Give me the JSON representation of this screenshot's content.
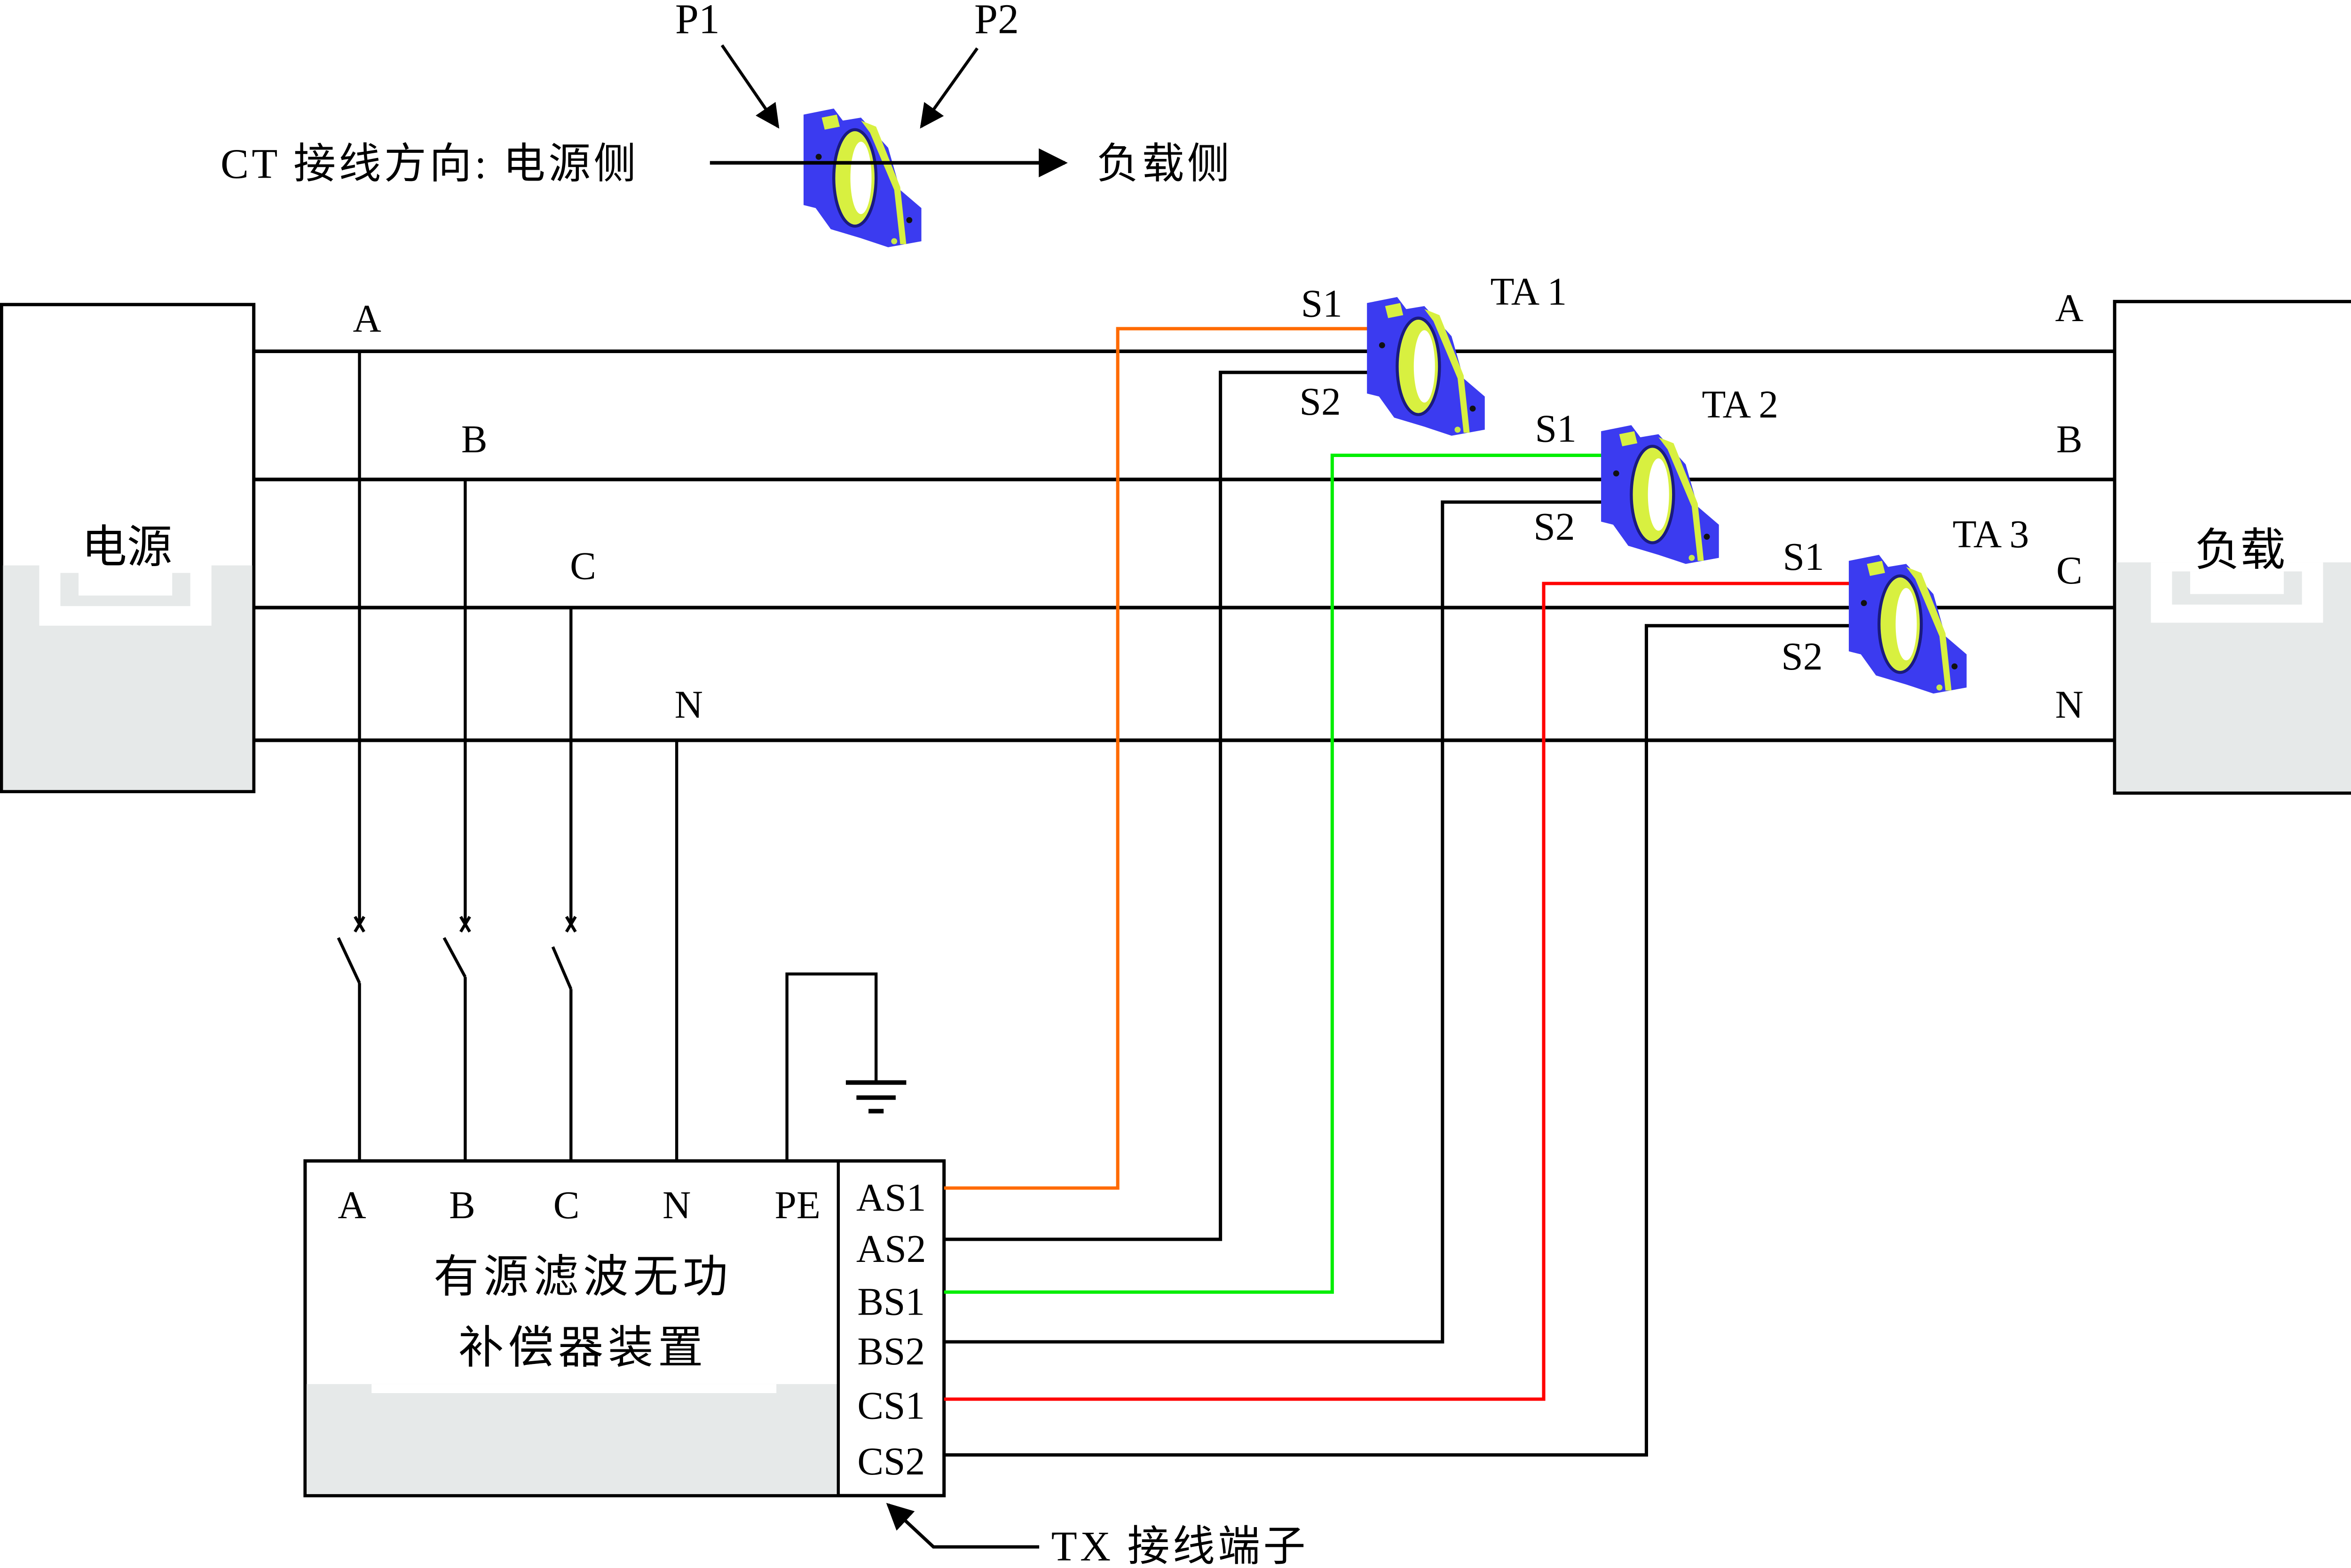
{
  "legend": {
    "p1_label": "P1",
    "p2_label": "P2",
    "direction_prefix": "CT 接线方向: 电源侧",
    "direction_suffix": "负载侧"
  },
  "source": {
    "label": "电源"
  },
  "load": {
    "label": "负载"
  },
  "bus_lines": {
    "left_labels": [
      "A",
      "B",
      "C",
      "N"
    ],
    "right_labels": [
      "A",
      "B",
      "C",
      "N"
    ]
  },
  "current_transformers": [
    {
      "name": "TA 1",
      "s1": "S1",
      "s2": "S2",
      "phase": "A"
    },
    {
      "name": "TA 2",
      "s1": "S1",
      "s2": "S2",
      "phase": "B"
    },
    {
      "name": "TA 3",
      "s1": "S1",
      "s2": "S2",
      "phase": "C"
    }
  ],
  "device": {
    "title_line1": "有源滤波无功",
    "title_line2": "补偿器装置",
    "power_terminals": [
      "A",
      "B",
      "C",
      "N",
      "PE"
    ],
    "signal_terminals": [
      "AS1",
      "AS2",
      "BS1",
      "BS2",
      "CS1",
      "CS2"
    ]
  },
  "terminal_block_label": "TX  接线端子",
  "colors": {
    "as1_wire": "#ff6a00",
    "bs1_wire": "#00ee00",
    "cs1_wire": "#ff0000",
    "ct_body": "#3b3bf0",
    "ct_ring": "#d8f040",
    "shade": "#e6e9e9"
  }
}
